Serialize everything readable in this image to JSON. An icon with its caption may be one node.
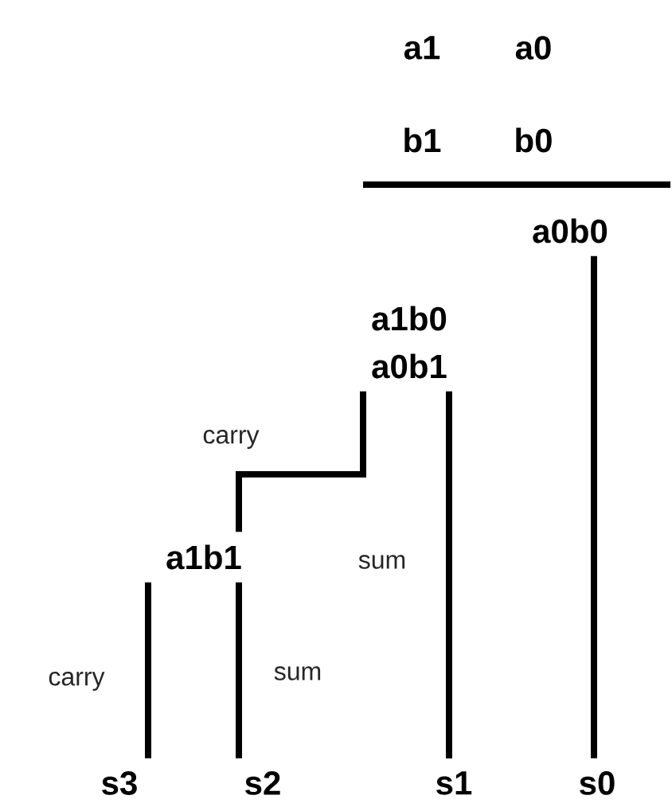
{
  "diagram": {
    "nodes": [
      {
        "text": [
          "a0b0"
        ]
      },
      {
        "text": [
          "a1b0",
          "a0b1"
        ]
      },
      {
        "text": [
          "a1b1"
        ]
      },
      {
        "text": [
          "s3"
        ]
      },
      {
        "text": [
          "s2"
        ]
      },
      {
        "text": [
          "s1"
        ]
      },
      {
        "text": [
          "s0"
        ]
      }
    ],
    "edges": [
      {
        "from": 0,
        "to": 6,
        "arrow": "none"
      },
      {
        "from": 1,
        "to": 2,
        "arrow": "none",
        "label": "carry"
      },
      {
        "from": 1,
        "to": 5,
        "arrow": "none",
        "label": "sum"
      },
      {
        "from": 2,
        "to": 3,
        "arrow": "none",
        "label": "carry"
      },
      {
        "from": 2,
        "to": 4,
        "arrow": "none",
        "label": "sum"
      }
    ],
    "labels": [
      "a1",
      "a0",
      "b1",
      "b0"
    ]
  }
}
